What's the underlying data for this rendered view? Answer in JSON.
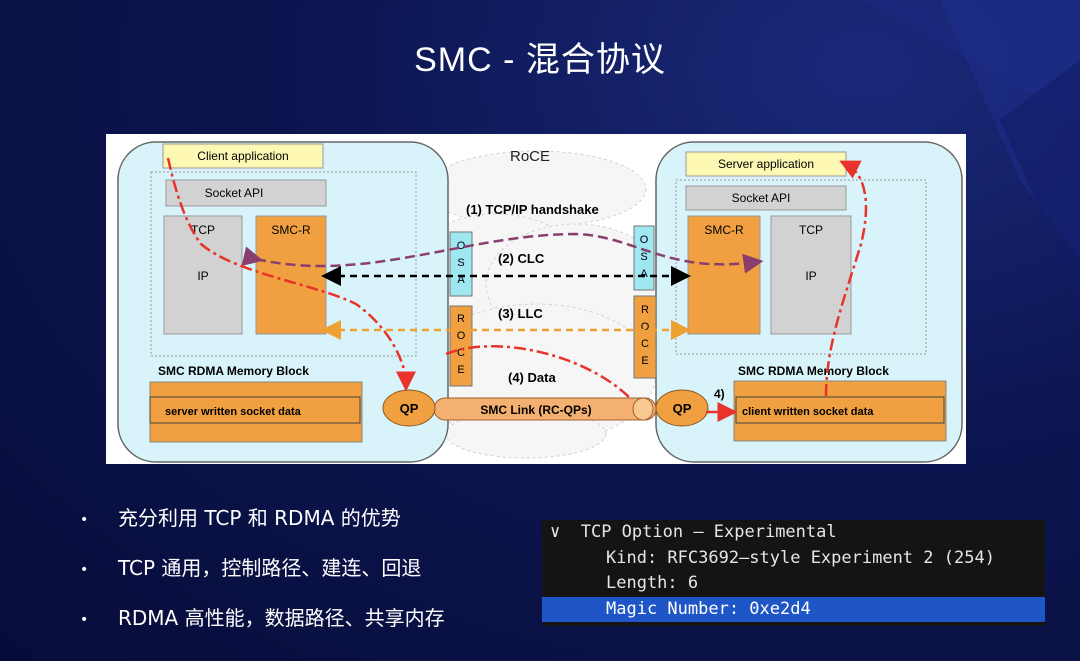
{
  "slide": {
    "title": "SMC - 混合协议"
  },
  "diagram": {
    "cloud_label": "RoCE",
    "client": {
      "app": "Client application",
      "socket_api": "Socket API",
      "tcp": "TCP",
      "ip": "IP",
      "smcr": "SMC-R",
      "mem_block": "SMC RDMA Memory Block",
      "buffer": "server written socket data",
      "qp": "QP"
    },
    "server": {
      "app": "Server application",
      "socket_api": "Socket API",
      "tcp": "TCP",
      "ip": "IP",
      "smcr": "SMC-R",
      "mem_block": "SMC RDMA Memory Block",
      "buffer": "client written socket data",
      "qp": "QP",
      "step_marker": "4)"
    },
    "osa_letters": [
      "O",
      "S",
      "A"
    ],
    "roce_letters": [
      "R",
      "O",
      "C",
      "E"
    ],
    "steps": {
      "handshake": "(1) TCP/IP  handshake",
      "clc": "(2) CLC",
      "llc": "(3) LLC",
      "data": "(4) Data"
    },
    "link_label": "SMC Link (RC-QPs)"
  },
  "bullets": [
    "充分利用 TCP 和 RDMA 的优势",
    "TCP 通用，控制路径、建连、回退",
    "RDMA 高性能，数据路径、共享内存"
  ],
  "wireshark": {
    "expander": "∨",
    "header": "TCP Option – Experimental",
    "kind": "Kind: RFC3692–style Experiment 2 (254)",
    "length": "Length: 6",
    "magic": "Magic Number: 0xe2d4"
  },
  "colors": {
    "host_fill": "#d8f4fa",
    "app_fill": "#fcf8b4",
    "smcr_fill": "#f0a040",
    "osa_fill": "#9fe8f2",
    "clc_arrow": "#000000",
    "llc_arrow": "#f0a030",
    "handshake_arrow": "#8a3e6e",
    "data_path": "#e8322a",
    "selection": "#1f56c7"
  }
}
